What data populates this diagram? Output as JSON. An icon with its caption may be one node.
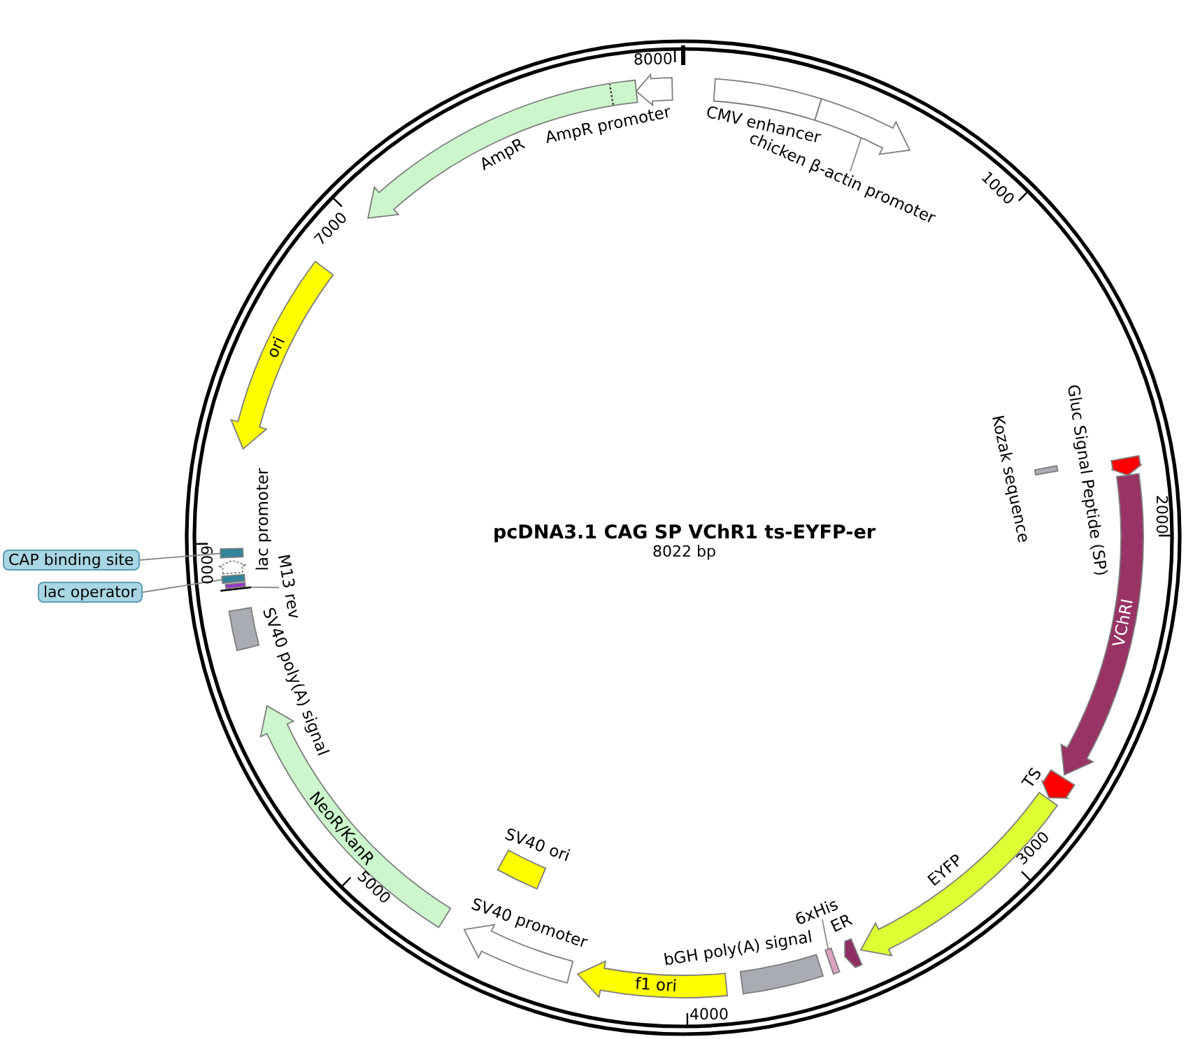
{
  "diagram": {
    "title": "pcDNA3.1 CAG SP VChR1 ts-EYFP-er",
    "nodes": [
      {
        "text": [
          "CMV enhancer"
        ]
      },
      {
        "text": [],
        "shape": "arrow"
      },
      {
        "text": [
          "chicken β-actin promoter"
        ]
      },
      {
        "text": [
          "Kozak sequence"
        ]
      },
      {
        "text": [
          "Gluc Signal Peptide (SP)"
        ]
      },
      {
        "text": [
          "VChRI"
        ]
      },
      {
        "text": [
          "TS"
        ]
      },
      {
        "text": [
          "EYFP"
        ]
      },
      {
        "text": [
          "ER"
        ]
      },
      {
        "text": [],
        "shape": "bar"
      },
      {
        "text": [
          "6xHis"
        ]
      },
      {
        "text": [
          "bGH poly(A) signal"
        ]
      },
      {
        "text": [
          "f1 ori"
        ]
      },
      {
        "text": [
          "SV40 promoter"
        ]
      },
      {
        "text": [
          "SV40 ori"
        ]
      },
      {
        "text": [
          "NeoR/KanR"
        ]
      },
      {
        "text": [
          "SV40 poly(A) signal"
        ]
      },
      {
        "text": [
          "CAP binding site"
        ]
      },
      {
        "text": [],
        "shape": "box"
      },
      {
        "text": [
          "lac promoter"
        ]
      },
      {
        "text": [
          "lac operator"
        ]
      },
      {
        "text": [],
        "shape": "box"
      },
      {
        "text": [],
        "shape": "box"
      },
      {
        "text": [
          "M13 rev"
        ]
      },
      {
        "text": [
          "ori"
        ]
      },
      {
        "text": [
          "AmpR"
        ]
      },
      {
        "text": [
          "AmpR promoter"
        ]
      }
    ],
    "edges": [
      {
        "from": 2,
        "to": 1,
        "arrow": "none"
      },
      {
        "from": 10,
        "to": 9,
        "arrow": "none"
      },
      {
        "from": 17,
        "to": 18,
        "arrow": "none"
      },
      {
        "from": 20,
        "to": 21,
        "arrow": "none"
      },
      {
        "from": 23,
        "to": 22,
        "arrow": "none"
      }
    ],
    "labels": [
      "8022 bp",
      "1000",
      "2000",
      "3000",
      "4000",
      "5000",
      "6000",
      "7000",
      "8000"
    ]
  }
}
